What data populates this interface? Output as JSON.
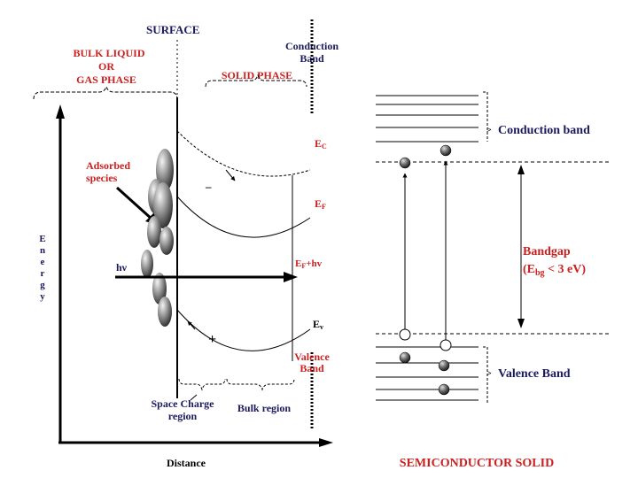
{
  "left_diagram": {
    "surface": "SURFACE",
    "bulk_phase": [
      "BULK LIQUID",
      "OR",
      "GAS PHASE"
    ],
    "solid_phase": "SOLID PHASE",
    "conduction_band": [
      "Conduction",
      "Band"
    ],
    "ec_main": "E",
    "ec_sub": "C",
    "ef_main": "E",
    "ef_sub": "F",
    "efhv_main": "E",
    "efhv_sub": "F",
    "efhv_suffix": "+hv",
    "ev_main": "E",
    "ev_sub": "v",
    "adsorbed": [
      "Adsorbed",
      "species"
    ],
    "hv": "hν",
    "energy_letters": [
      "E",
      "n",
      "e",
      "r",
      "g",
      "y"
    ],
    "valence_band": [
      "Valence",
      "Band"
    ],
    "space_charge": [
      "Space Charge",
      "region"
    ],
    "bulk_region": "Bulk region",
    "distance": "Distance",
    "minus": "–",
    "plus": "+"
  },
  "right_diagram": {
    "conduction_band": "Conduction band",
    "bandgap": "Bandgap",
    "bandgap_formula_open": "(E",
    "bandgap_formula_sub": "bg",
    "bandgap_formula_rest": " < 3 eV)",
    "valence_band": "Valence Band",
    "title": "SEMICONDUCTOR SOLID"
  },
  "colors": {
    "red": "#cc1f1f",
    "navy": "#1a1a5e",
    "black": "#000000"
  }
}
